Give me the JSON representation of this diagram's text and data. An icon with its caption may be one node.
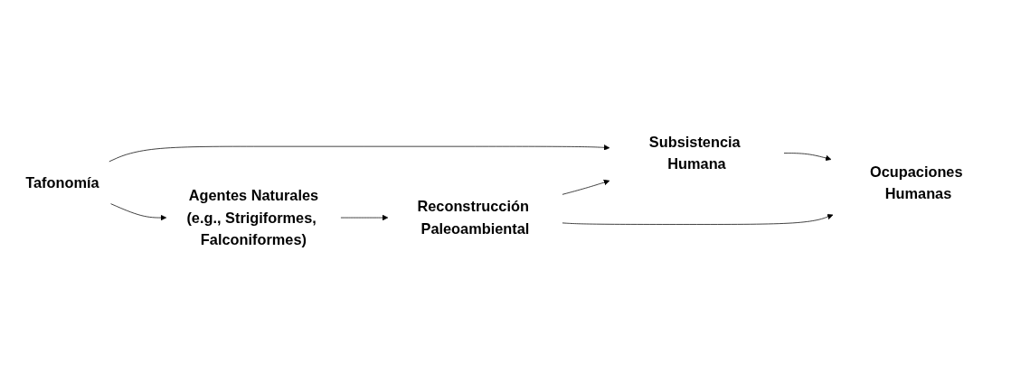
{
  "diagram": {
    "nodes": [
      {
        "text": [
          "Tafonomía"
        ]
      },
      {
        "text": [
          "Subsistencia Humana"
        ]
      },
      {
        "text": [
          "Ocupaciones Humanas"
        ]
      },
      {
        "text": [
          "Agentes Naturales"
        ],
        "beside": [
          "(e.g., Strigiformes, Falconiformes)"
        ]
      },
      {
        "text": [
          "Reconstrucción Paleoambiental"
        ]
      }
    ],
    "edges": [
      {
        "from": 0,
        "to": 1,
        "arrow": "to"
      },
      {
        "from": 0,
        "to": 3,
        "arrow": "to"
      },
      {
        "from": 1,
        "to": 2,
        "arrow": "to"
      },
      {
        "from": 3,
        "to": 4,
        "arrow": "to"
      },
      {
        "from": 4,
        "to": 1,
        "arrow": "to"
      },
      {
        "from": 4,
        "to": 2,
        "arrow": "to"
      }
    ]
  }
}
